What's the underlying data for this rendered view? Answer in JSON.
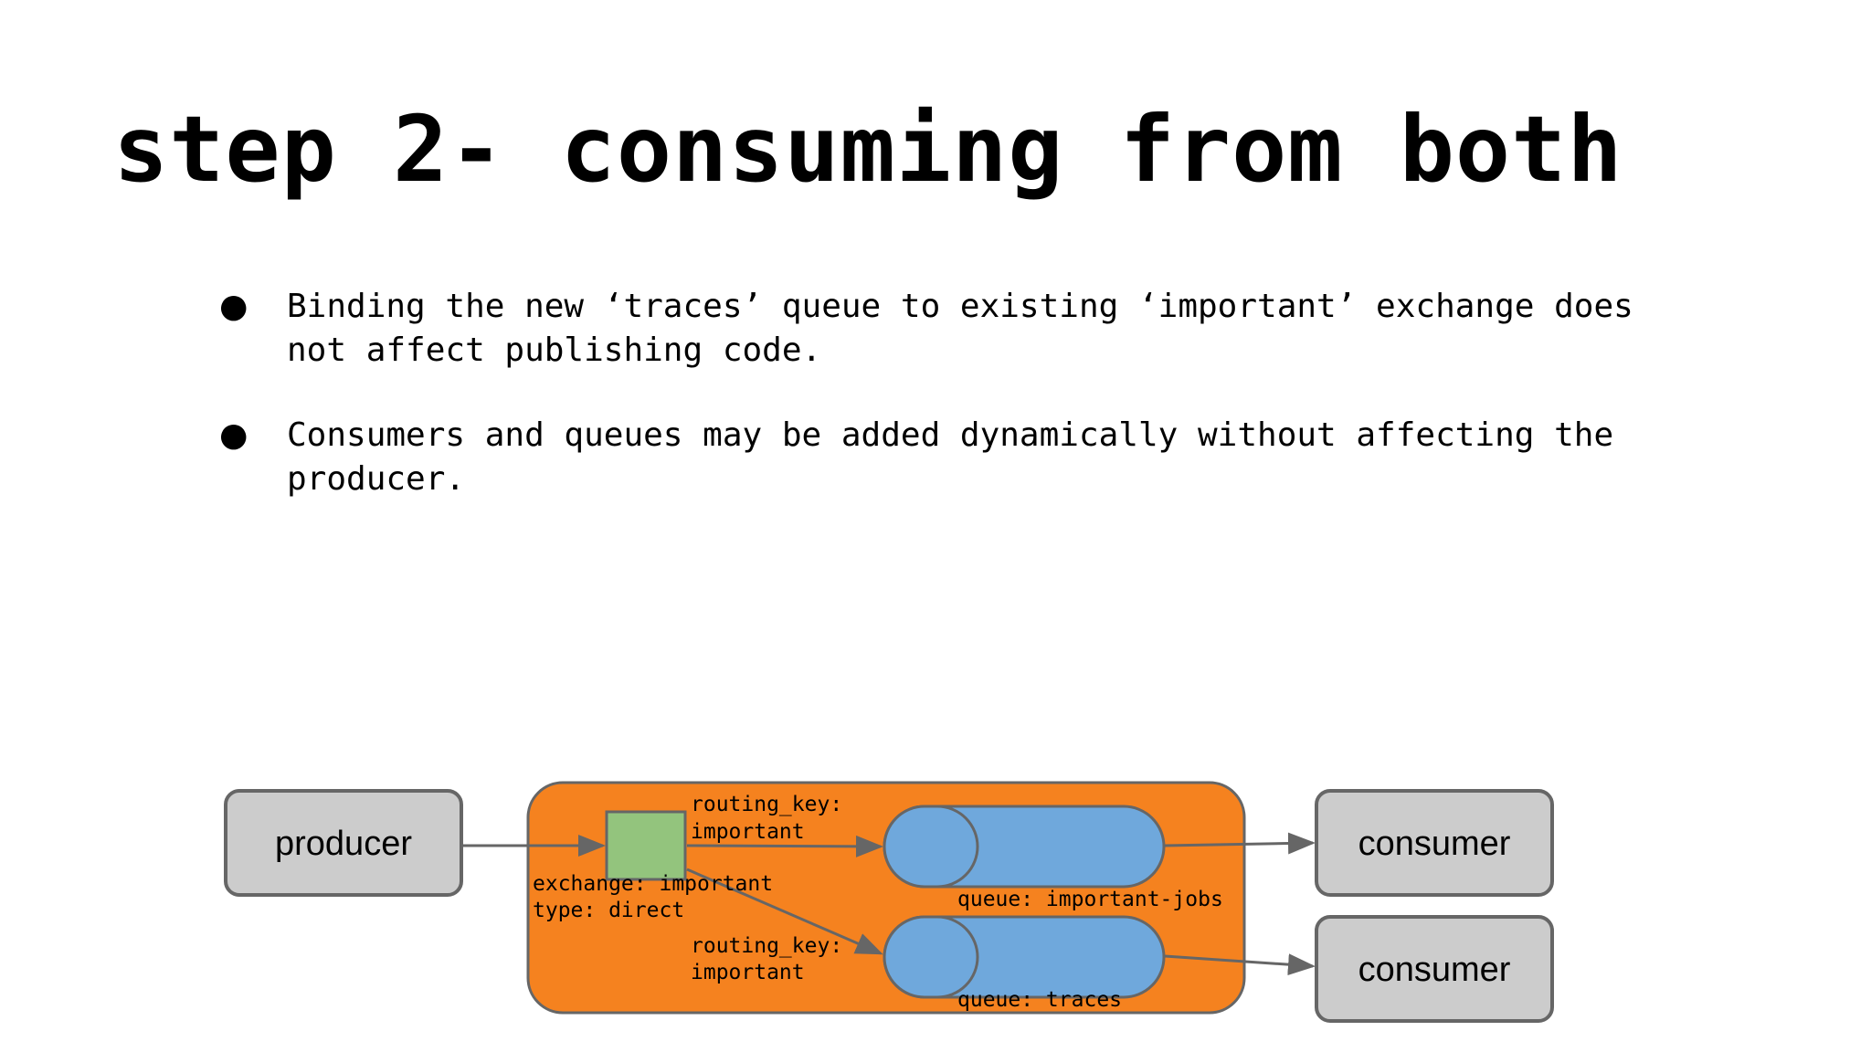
{
  "title": "step 2- consuming from both",
  "bullets": [
    {
      "line1": "Binding the new ‘traces’ queue to existing ‘important’ exchange does",
      "line2": "not affect publishing code."
    },
    {
      "line1": "Consumers and queues may be added dynamically without affecting the",
      "line2": "producer."
    }
  ],
  "diagram": {
    "producer_label": "producer",
    "consumer1_label": "consumer",
    "consumer2_label": "consumer",
    "exchange_name": "exchange: important",
    "exchange_type": "type: direct",
    "routing1_key": "routing_key:",
    "routing1_value": "important",
    "routing2_key": "routing_key:",
    "routing2_value": "important",
    "queue1_label": "queue: important-jobs",
    "queue2_label": "queue: traces",
    "colors": {
      "broker": "#f5821f",
      "exchange": "#93c47d",
      "queue": "#6fa8dc",
      "node": "#cccccc",
      "stroke": "#666666"
    }
  }
}
